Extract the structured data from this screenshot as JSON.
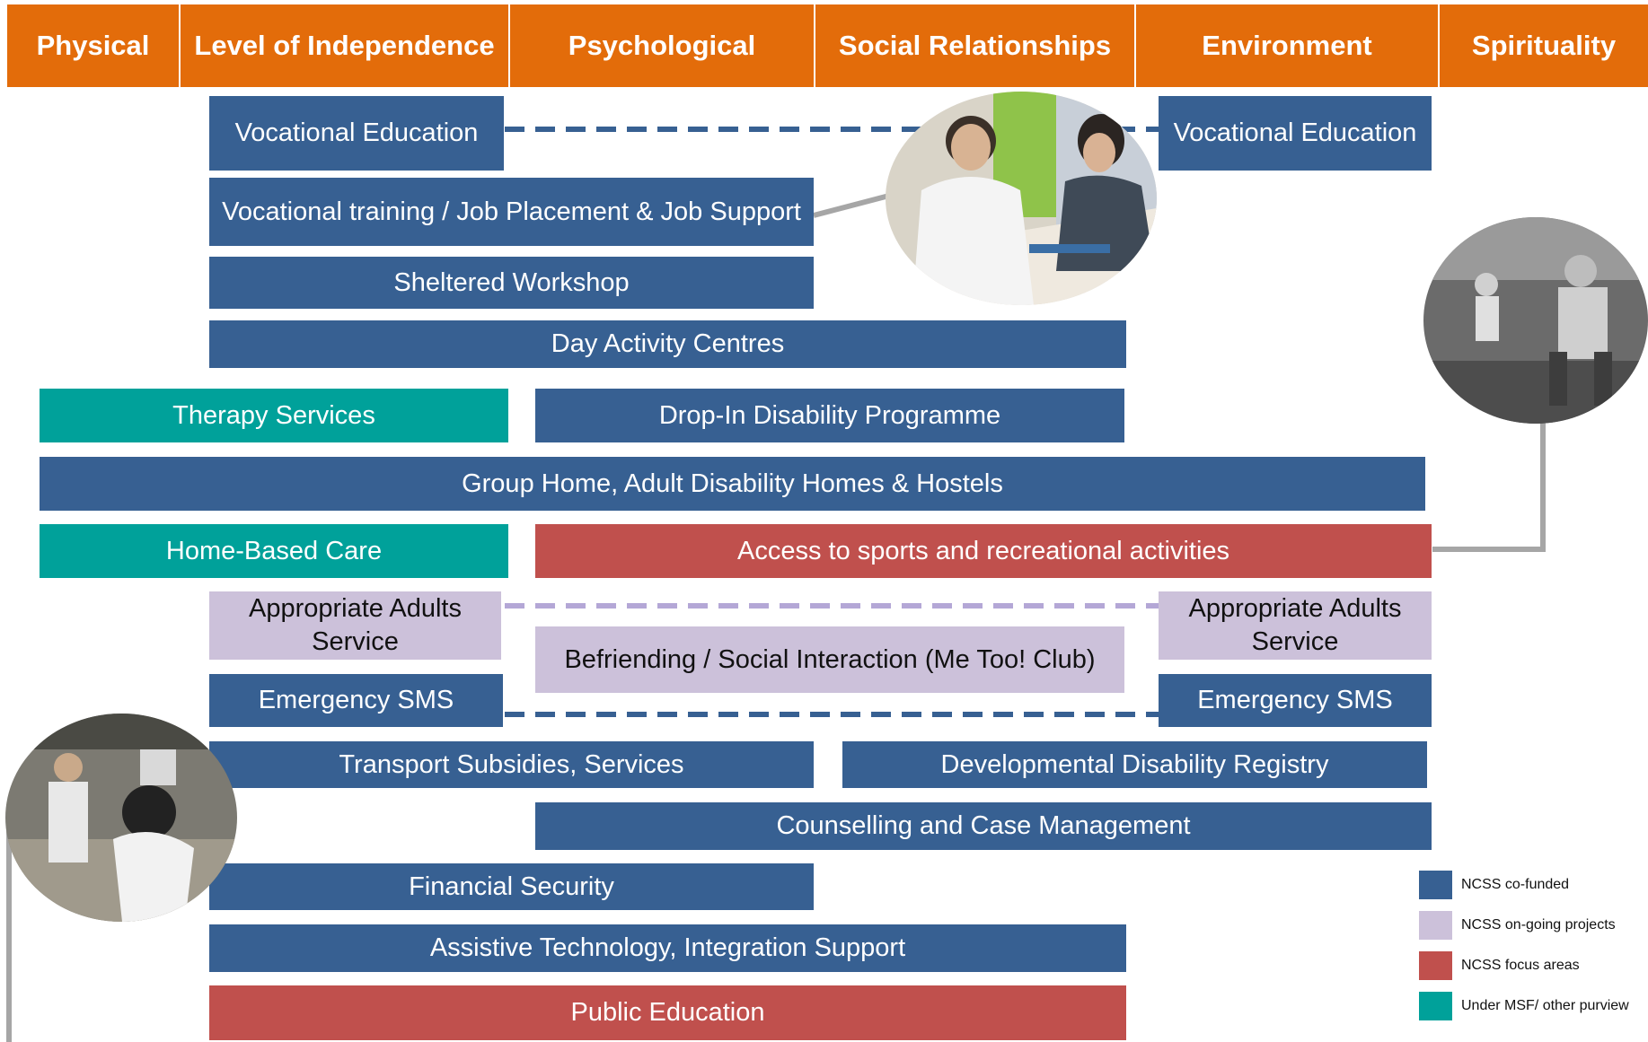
{
  "headers": [
    "Physical",
    "Level of Independence",
    "Psychological",
    "Social Relationships",
    "Environment",
    "Spirituality"
  ],
  "services": {
    "vocational_education_left": "Vocational Education",
    "vocational_education_right": "Vocational Education",
    "vocational_training": "Vocational training / Job Placement & Job Support",
    "sheltered_workshop": "Sheltered Workshop",
    "day_activity": "Day Activity Centres",
    "therapy": "Therapy Services",
    "drop_in": "Drop-In Disability Programme",
    "group_home": "Group Home, Adult Disability Homes & Hostels",
    "home_based": "Home-Based Care",
    "sports": "Access to sports and recreational activities",
    "appropriate_adults_left": "Appropriate Adults Service",
    "appropriate_adults_right": "Appropriate Adults Service",
    "befriending": "Befriending / Social Interaction (Me Too! Club)",
    "emergency_left": "Emergency SMS",
    "emergency_right": "Emergency SMS",
    "transport": "Transport Subsidies, Services",
    "registry": "Developmental Disability Registry",
    "counselling": "Counselling and Case Management",
    "financial": "Financial Security",
    "assistive": "Assistive Technology, Integration Support",
    "public_education": "Public Education"
  },
  "legend": [
    {
      "label": "NCSS co-funded",
      "color": "#376092"
    },
    {
      "label": "NCSS on-going projects",
      "color": "#CCC1DA"
    },
    {
      "label": "NCSS focus areas",
      "color": "#C0504D"
    },
    {
      "label": "Under MSF/ other purview",
      "color": "#00A19A"
    }
  ],
  "colors": {
    "header": "#E36C0A",
    "co_funded": "#376092",
    "ongoing": "#CCC1DA",
    "focus": "#C0504D",
    "other": "#00A19A"
  }
}
